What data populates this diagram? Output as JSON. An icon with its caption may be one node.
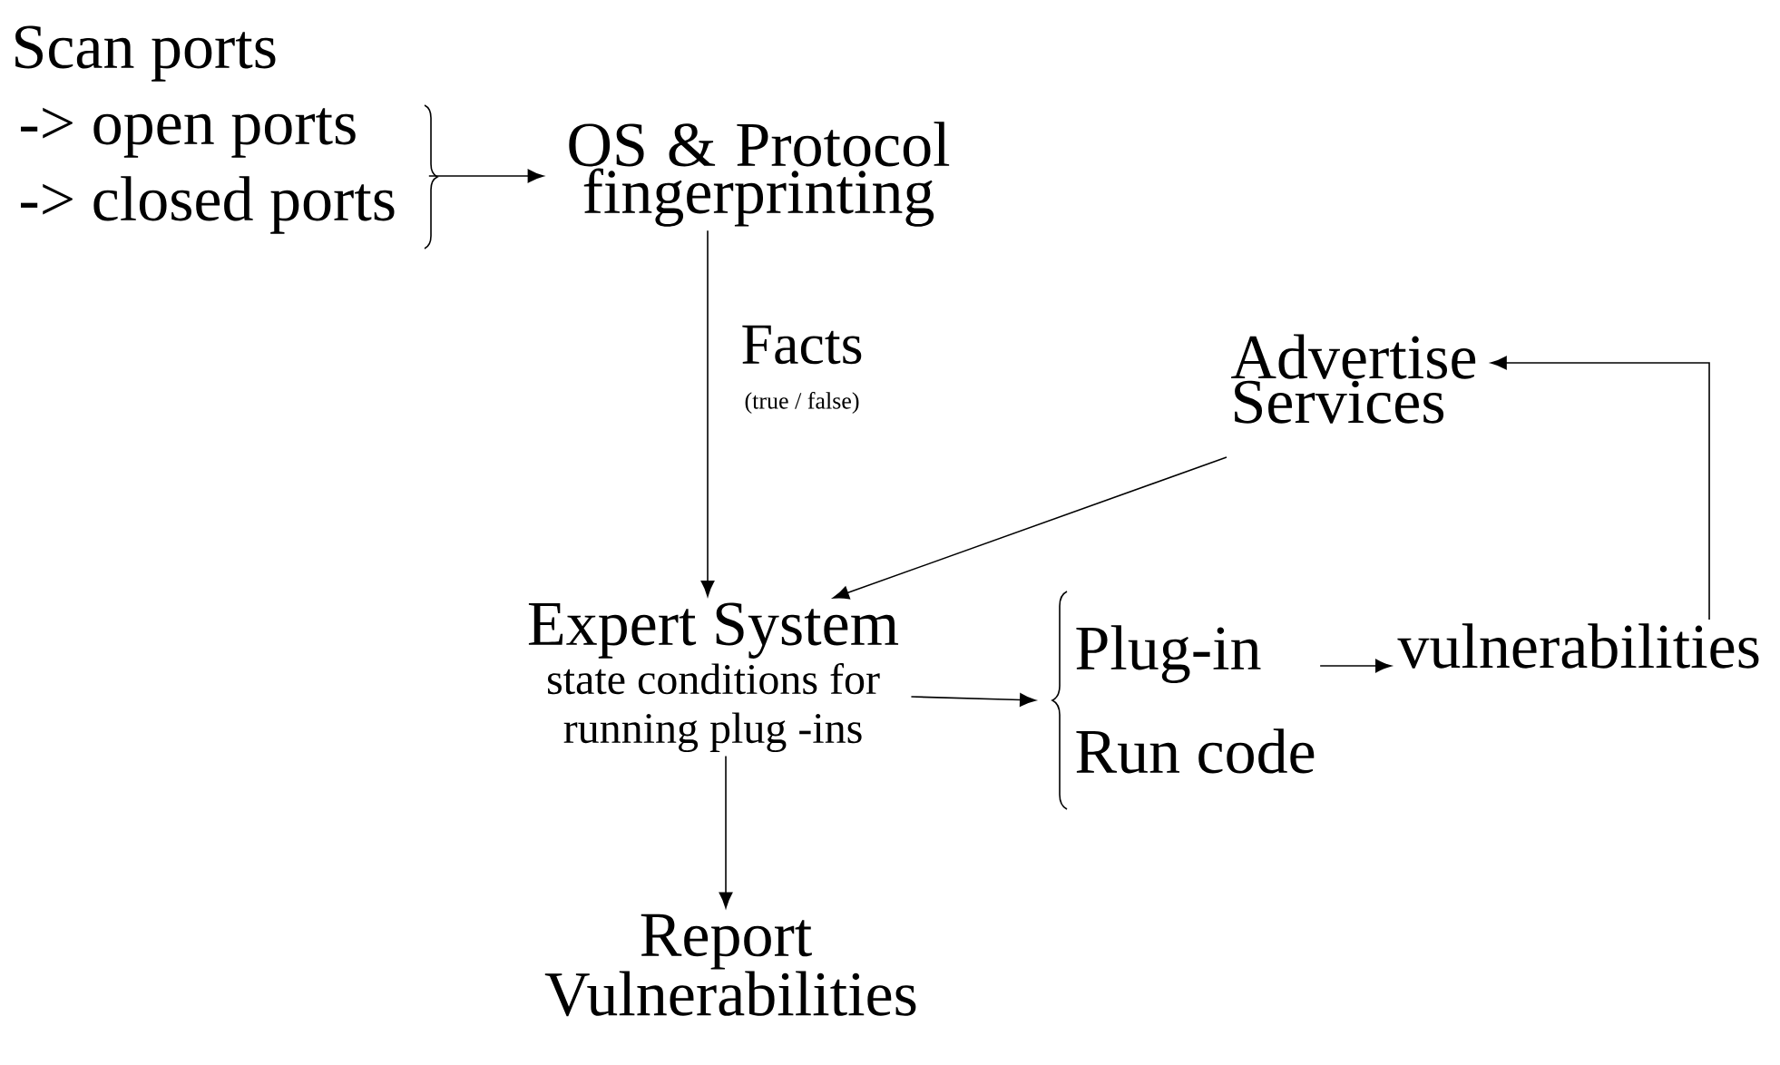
{
  "diagram": {
    "nodes": [
      {
        "text": [
          "Scan ports",
          "-> open ports",
          "-> closed ports"
        ]
      },
      {
        "text": [
          "OS & Protocol fingerprinting"
        ]
      },
      {
        "text": [
          "Expert System",
          "state conditions for running plug -ins"
        ]
      },
      {
        "text": [
          "Advertise Services"
        ]
      },
      {
        "text": [
          "Plug-in",
          "Run code"
        ]
      },
      {
        "text": [
          "vulnerabilities"
        ]
      },
      {
        "text": [
          "Report Vulnerabilities"
        ]
      }
    ],
    "edges": [
      {
        "from": 0,
        "to": 1,
        "arrow": "to"
      },
      {
        "from": 1,
        "to": 2,
        "arrow": "to",
        "label": "Facts"
      },
      {
        "from": 3,
        "to": 2,
        "arrow": "to"
      },
      {
        "from": 2,
        "to": 4,
        "arrow": "to"
      },
      {
        "from": 4,
        "to": 5,
        "arrow": "to"
      },
      {
        "from": 5,
        "to": 3,
        "arrow": "to"
      },
      {
        "from": 2,
        "to": 6,
        "arrow": "to"
      }
    ],
    "labels": [
      "(true / false)"
    ]
  }
}
